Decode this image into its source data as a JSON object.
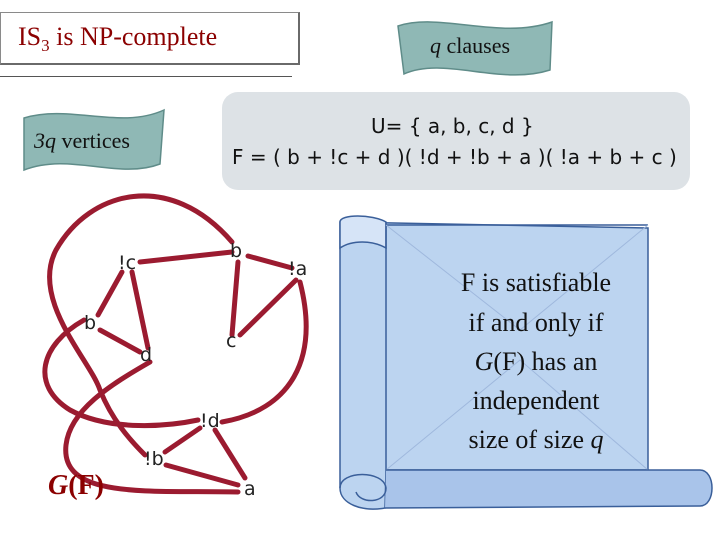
{
  "title": {
    "prefix": "IS",
    "subscript": "3",
    "suffix": " is NP-complete"
  },
  "banner_clauses": {
    "var": "q",
    "text": " clauses"
  },
  "banner_vertices": {
    "var": "3q",
    "text": " vertices"
  },
  "formula": {
    "line1": "U= { a, b, c, d }",
    "line2": "F = ( b + !c + d )( !d + !b + a )( !a + b + c )"
  },
  "graph": {
    "nodes": {
      "nc": "!c",
      "b_top": "b",
      "na": "!a",
      "b_left": "b",
      "c": "c",
      "d": "d",
      "nd": "!d",
      "nb": "!b",
      "a": "a"
    },
    "label": {
      "var": "G",
      "text": "(F)"
    }
  },
  "scroll": {
    "line1": "F is satisfiable",
    "line2": "if and only if",
    "line3_var": "G",
    "line3_text": "(F) has an",
    "line4": "independent",
    "line5_pre": "size of size ",
    "line5_var": "q"
  },
  "colors": {
    "title": "#8b0000",
    "edge": "#9b1b30",
    "banner": "#8fb8b5",
    "formula_bg": "#dde2e6",
    "scroll": "#bcd4f0"
  }
}
